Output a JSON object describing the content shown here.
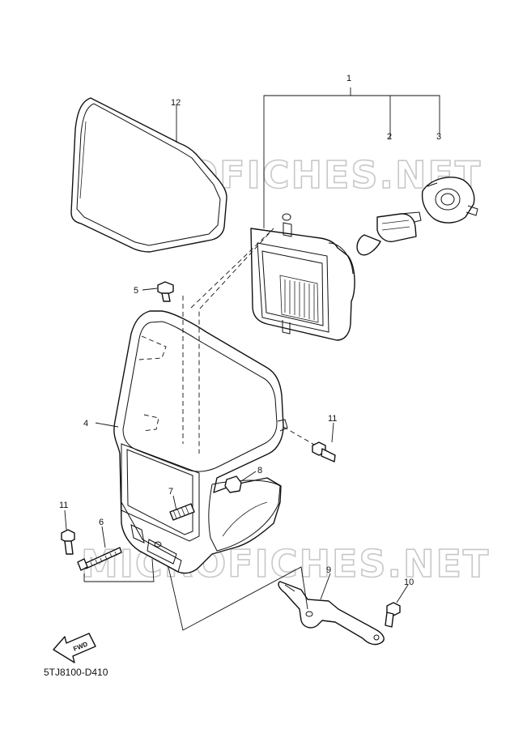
{
  "watermark": "MICROFICHES.NET",
  "diagram_code": "5TJ8100-D410",
  "fwd_label": "FWD",
  "callouts": {
    "c1": "1",
    "c2": "2",
    "c3": "3",
    "c4": "4",
    "c5": "5",
    "c6": "6",
    "c7": "7",
    "c8": "8",
    "c9": "9",
    "c10": "10",
    "c11a": "11",
    "c11b": "11",
    "c12": "12"
  }
}
